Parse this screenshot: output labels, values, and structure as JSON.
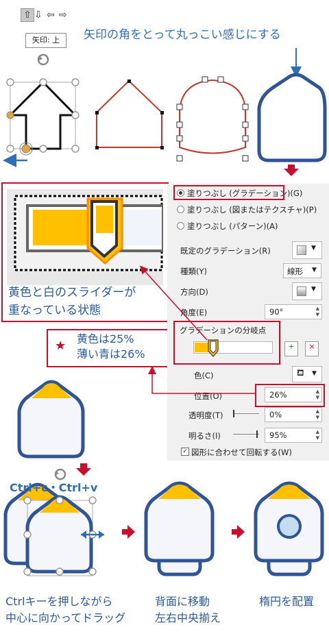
{
  "toolbar": {
    "arrow_icons": [
      "⇧",
      "⇩",
      "⇦",
      "⇨"
    ]
  },
  "tooltip": "矢印: 上",
  "headline": "矢印の角をとって丸っこい感じにする",
  "callout_slider": {
    "line1": "黄色と白のスライダーが",
    "line2": "重なっている状態"
  },
  "callout_note": {
    "star": "★",
    "line1": "黄色は25%",
    "line2": "薄い青は26%"
  },
  "format_panel": {
    "fill_options": [
      {
        "label": "塗りつぶし (グラデーション)(G)",
        "selected": true
      },
      {
        "label": "塗りつぶし (図またはテクスチャ)(P)",
        "selected": false
      },
      {
        "label": "塗りつぶし (パターン)(A)",
        "selected": false
      }
    ],
    "preset_label": "既定のグラデーション(R)",
    "type_label": "種類(Y)",
    "type_value": "線形",
    "direction_label": "方向(D)",
    "angle_label": "角度(E)",
    "angle_value": "90°",
    "stops_label": "グラデーションの分岐点",
    "color_label": "色(C)",
    "position_label": "位置(O)",
    "position_value": "26%",
    "transparency_label": "透明度(T)",
    "transparency_value": "0%",
    "brightness_label": "明るさ(I)",
    "brightness_value": "95%",
    "rotate_label": "図形に合わせて回転する(W)",
    "rotate_checked": true
  },
  "copy_hint": "Ctrl+c・Ctrl+v",
  "captions": {
    "step1_line1": "Ctrlキーを押しながら",
    "step1_line2": "中心に向かってドラッグ",
    "step2_line1": "背面に移動",
    "step2_line2": "左右中央揃え",
    "step3": "楕円を配置"
  },
  "colors": {
    "accent_blue": "#2f5597",
    "yellow": "#ffc000",
    "red": "#c8102e",
    "pale_blue": "#f4f6fb",
    "annotation_blue": "#2f6fb5"
  }
}
